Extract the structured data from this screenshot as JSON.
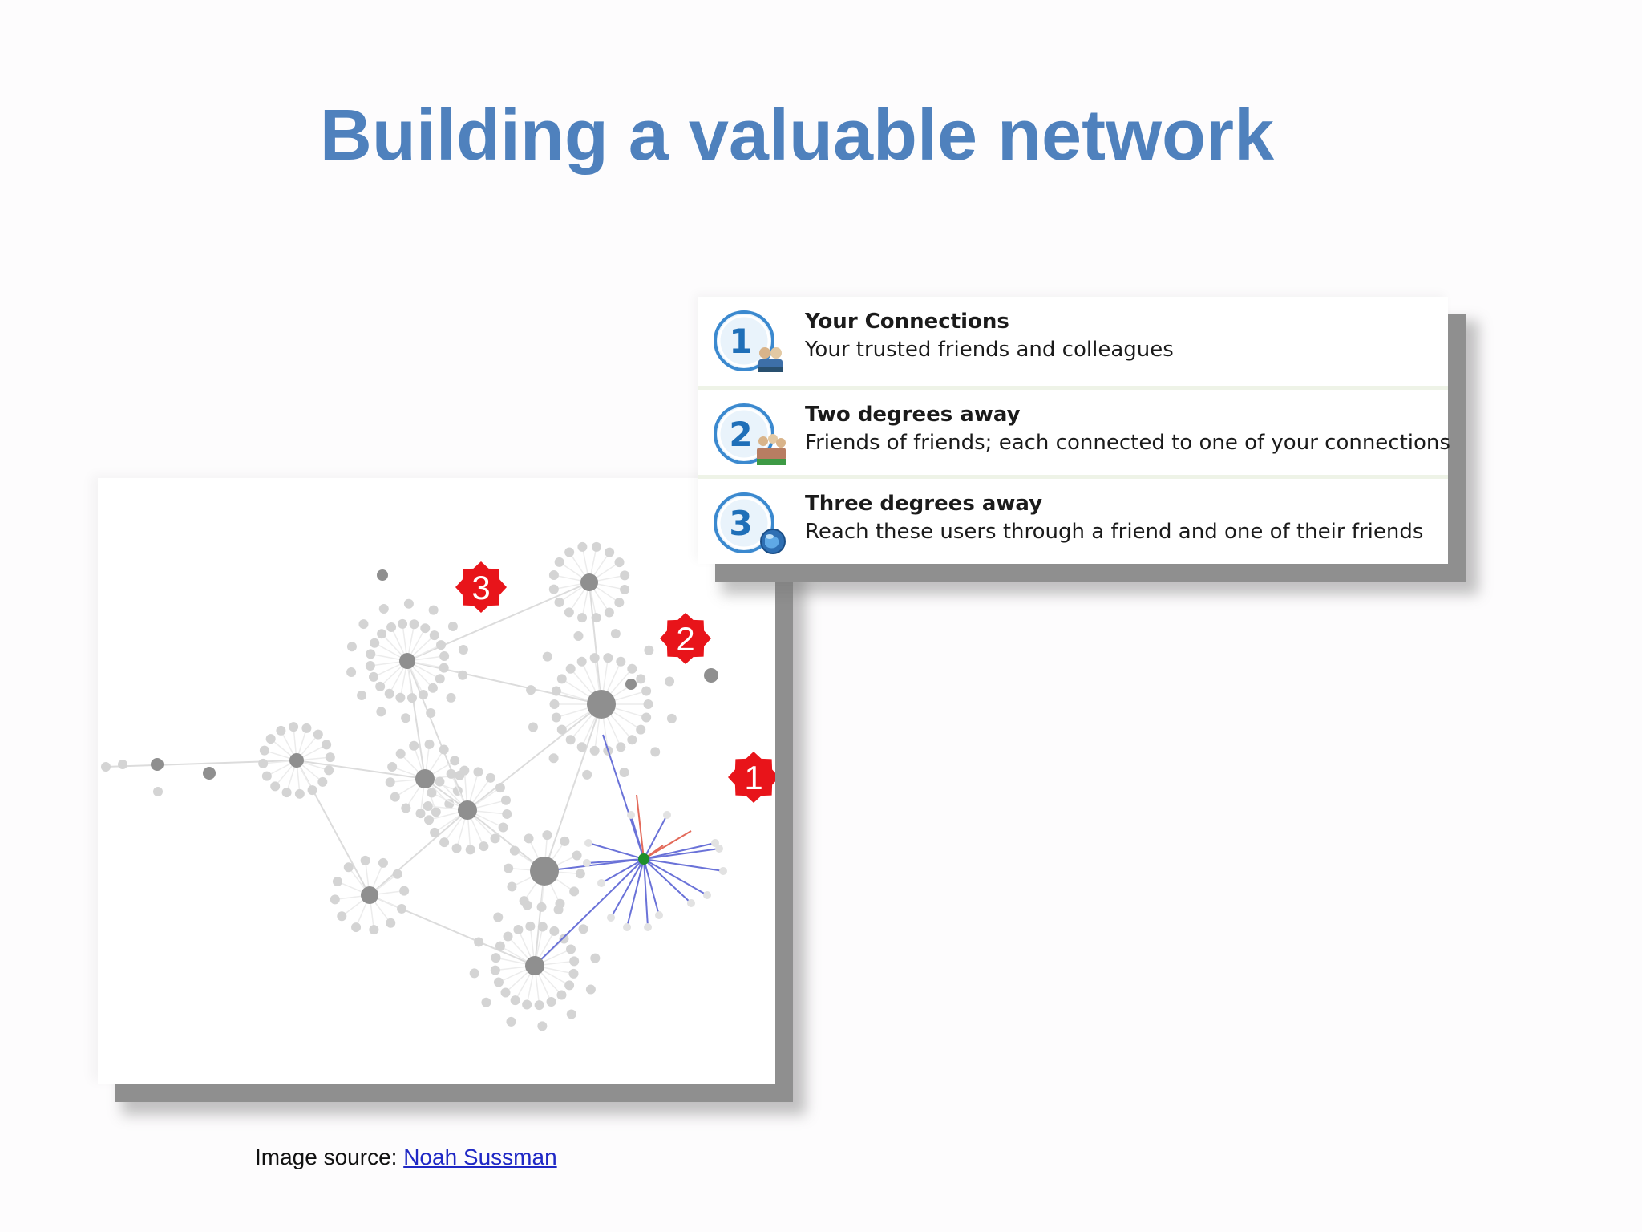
{
  "slide": {
    "title": "Building a valuable network"
  },
  "graph": {
    "markers": [
      {
        "label": "3",
        "color": "#e8141a"
      },
      {
        "label": "2",
        "color": "#e8141a"
      },
      {
        "label": "1",
        "color": "#e8141a"
      }
    ],
    "colors": {
      "hub": "#8f8f8f",
      "leaf": "#d4d4d4",
      "center": "#1f8f2a",
      "edge": "#dcdcdc",
      "highlight_edge": "#6a72d8",
      "red_edge": "#e36a5a"
    }
  },
  "degrees": [
    {
      "number": "1",
      "icon": "people-icon",
      "title": "Your Connections",
      "description": "Your trusted friends and colleagues"
    },
    {
      "number": "2",
      "icon": "group-icon",
      "title": "Two degrees away",
      "description": "Friends of friends; each connected to one of your connections"
    },
    {
      "number": "3",
      "icon": "globe-icon",
      "title": "Three degrees away",
      "description": "Reach these users through a friend and one of their friends"
    }
  ],
  "source": {
    "prefix": "Image source: ",
    "link_text": "Noah Sussman"
  },
  "colors": {
    "title": "#4f81bd",
    "badge_blue": "#1f6fb8",
    "link": "#1f28c5"
  }
}
